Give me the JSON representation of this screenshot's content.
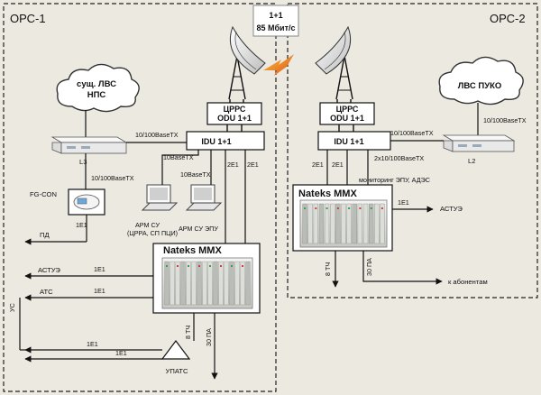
{
  "regions": {
    "left": "ОРС-1",
    "right": "ОРС-2"
  },
  "link": {
    "line1": "1+1",
    "line2": "85 Мбит/с"
  },
  "clouds": {
    "left_line1": "сущ. ЛВС",
    "left_line2": "НПС",
    "right": "ЛВС ПУКО"
  },
  "odu": {
    "line1": "ЦРРС",
    "line2": "ODU 1+1"
  },
  "idu": "IDU 1+1",
  "mux_title": "Nateks MMX",
  "left": {
    "switch": "L3",
    "link_switch_idu": "10/100BaseTX",
    "link_switch_fgcon": "10/100BaseTX",
    "link_arm1": "10BaseTX",
    "link_arm2": "10BaseTX",
    "e1_a": "2E1",
    "e1_b": "2E1",
    "fgcon": "FG-CON",
    "fgcon_e1": "1E1",
    "pd": "ПД",
    "arm1_line1": "АРМ СУ",
    "arm1_line2": "(ЦРРА, СП ПЦИ)",
    "arm2": "АРМ СУ ЭПУ",
    "astue": "АСТУЭ",
    "astue_e1": "1E1",
    "ats": "АТС",
    "ats_e1": "1E1",
    "us": "УС",
    "tch": "8 ТЧ",
    "pa": "30 ПА",
    "upats": "УПАТС",
    "upats_e1_a": "1E1",
    "upats_e1_b": "1E1"
  },
  "right": {
    "switch": "L2",
    "link_cloud_switch": "10/100BaseTX",
    "link_idu_switch": "10/100BaseTX",
    "e1_a": "2E1",
    "e1_b": "2E1",
    "mon_link": "2x10/100BaseTX",
    "monitoring": "мониторинг ЭПУ, АДЭС",
    "astue_e1": "1E1",
    "astue": "АСТУЭ",
    "tch": "8 ТЧ",
    "pa": "30 ПА",
    "subscribers": "к абонентам"
  }
}
